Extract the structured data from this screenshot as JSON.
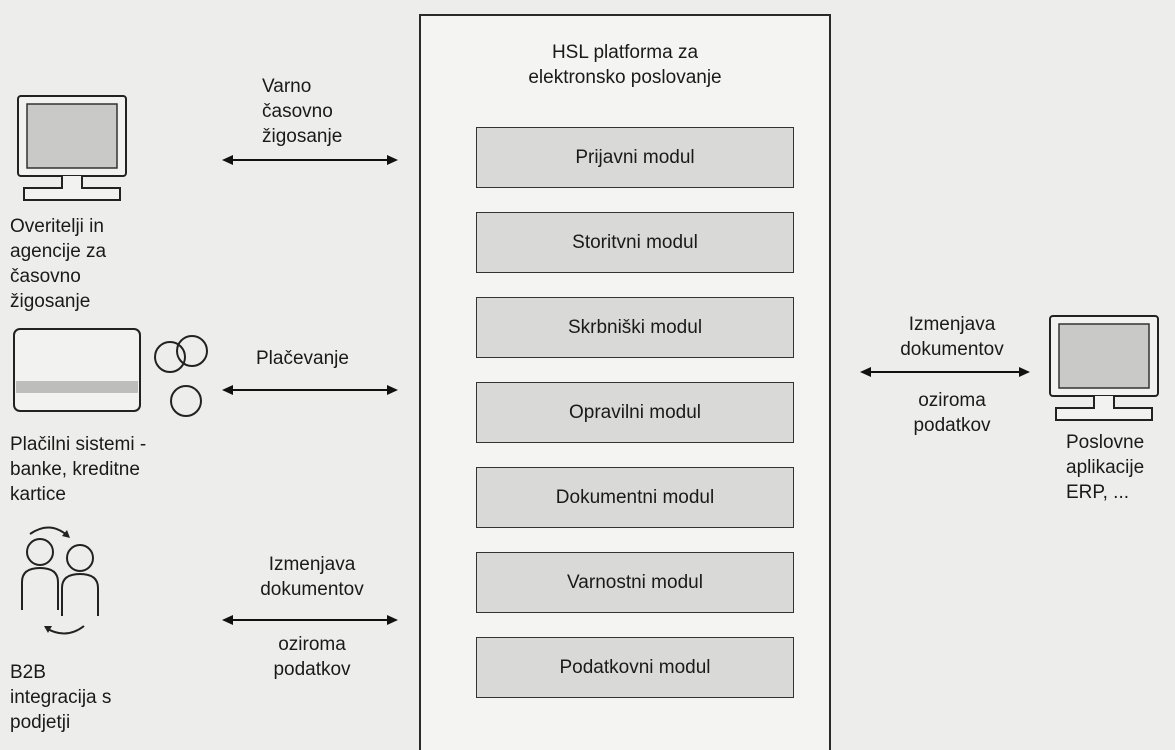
{
  "platform": {
    "title_line1": "HSL platforma za",
    "title_line2": "elektronsko poslovanje",
    "modules": [
      "Prijavni modul",
      "Storitvni modul",
      "Skrbniški modul",
      "Opravilni modul",
      "Dokumentni modul",
      "Varnostni modul",
      "Podatkovni modul"
    ]
  },
  "left_actors": {
    "certifiers": {
      "icon": "computer-icon",
      "label": [
        "Overitelji in",
        "agencije za",
        "časovno",
        "žigosanje"
      ],
      "connection": [
        "Varno",
        "časovno",
        "žigosanje"
      ]
    },
    "payments": {
      "icon": "card-coins-icon",
      "label": [
        "Plačilni sistemi -",
        "banke, kreditne",
        "kartice"
      ],
      "connection": [
        "Plačevanje"
      ]
    },
    "b2b": {
      "icon": "people-exchange-icon",
      "label": [
        "B2B",
        "integracija s",
        "podjetji"
      ],
      "connection_top": [
        "Izmenjava",
        "dokumentov"
      ],
      "connection_bottom": [
        "oziroma",
        "podatkov"
      ]
    }
  },
  "right_actor": {
    "icon": "computer-icon",
    "label": [
      "Poslovne",
      "aplikacije",
      "ERP, ..."
    ],
    "connection_top": [
      "Izmenjava",
      "dokumentov"
    ],
    "connection_bottom": [
      "oziroma",
      "podatkov"
    ]
  }
}
